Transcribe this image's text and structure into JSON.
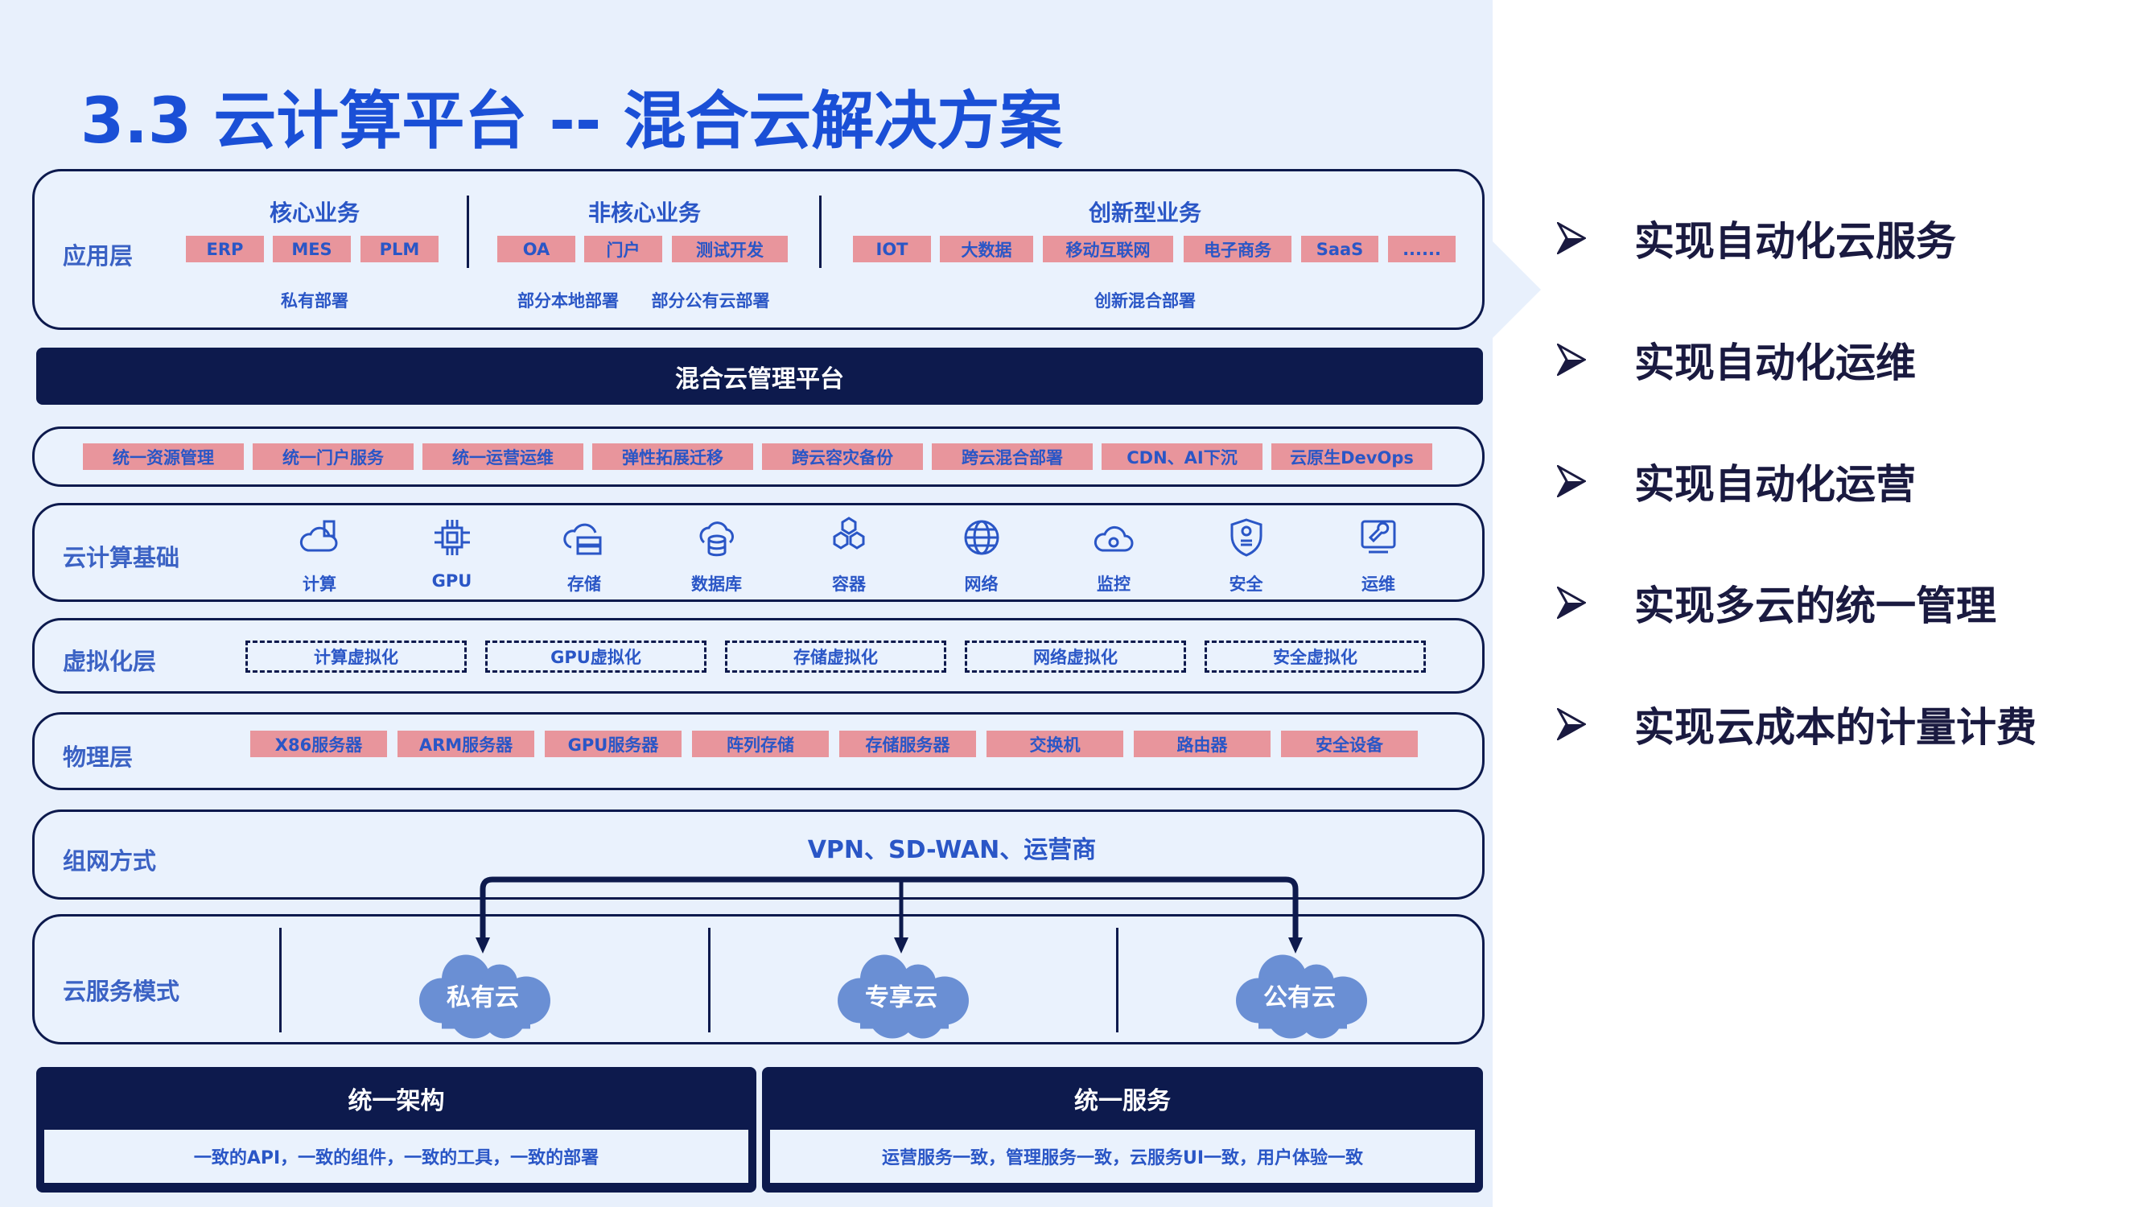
{
  "title": "3.3 云计算平台 -- 混合云解决方案",
  "app_layer": {
    "label": "应用层",
    "groups": [
      {
        "heading": "核心业务",
        "tags": [
          "ERP",
          "MES",
          "PLM"
        ],
        "deploy": [
          "私有部署"
        ]
      },
      {
        "heading": "非核心业务",
        "tags": [
          "OA",
          "门户",
          "测试开发"
        ],
        "deploy": [
          "部分本地部署",
          "部分公有云部署"
        ]
      },
      {
        "heading": "创新型业务",
        "tags": [
          "IOT",
          "大数据",
          "移动互联网",
          "电子商务",
          "SaaS",
          "......"
        ],
        "deploy": [
          "创新混合部署"
        ]
      }
    ]
  },
  "platform": "混合云管理平台",
  "capabilities": [
    "统一资源管理",
    "统一门户服务",
    "统一运营运维",
    "弹性拓展迁移",
    "跨云容灾备份",
    "跨云混合部署",
    "CDN、AI下沉",
    "云原生DevOps"
  ],
  "cloud_basics": {
    "label": "云计算基础",
    "items": [
      {
        "label": "计算",
        "icon": "cloud-compute-icon"
      },
      {
        "label": "GPU",
        "icon": "chip-icon"
      },
      {
        "label": "存储",
        "icon": "storage-icon"
      },
      {
        "label": "数据库",
        "icon": "database-icon"
      },
      {
        "label": "容器",
        "icon": "container-icon"
      },
      {
        "label": "网络",
        "icon": "globe-icon"
      },
      {
        "label": "监控",
        "icon": "monitor-cloud-icon"
      },
      {
        "label": "安全",
        "icon": "shield-icon"
      },
      {
        "label": "运维",
        "icon": "wrench-screen-icon"
      }
    ]
  },
  "virtualization": {
    "label": "虚拟化层",
    "items": [
      "计算虚拟化",
      "GPU虚拟化",
      "存储虚拟化",
      "网络虚拟化",
      "安全虚拟化"
    ]
  },
  "physical": {
    "label": "物理层",
    "items": [
      "X86服务器",
      "ARM服务器",
      "GPU服务器",
      "阵列存储",
      "存储服务器",
      "交换机",
      "路由器",
      "安全设备"
    ]
  },
  "network": {
    "label": "组网方式",
    "text": "VPN、SD-WAN、运营商"
  },
  "service_mode": {
    "label": "云服务模式",
    "clouds": [
      "私有云",
      "专享云",
      "公有云"
    ]
  },
  "bottom": [
    {
      "title": "统一架构",
      "text": "一致的API，一致的组件，一致的工具，一致的部署"
    },
    {
      "title": "统一服务",
      "text": "运营服务一致，管理服务一致，云服务UI一致，用户体验一致"
    }
  ],
  "bullets": [
    "实现自动化云服务",
    "实现自动化运维",
    "实现自动化运营",
    "实现多云的统一管理",
    "实现云成本的计量计费"
  ],
  "colors": {
    "bg": "#e8f0fc",
    "navy": "#0d1a4d",
    "tag": "#e8959c",
    "blue": "#2a56c6",
    "cloud": "#6a8fd4"
  }
}
